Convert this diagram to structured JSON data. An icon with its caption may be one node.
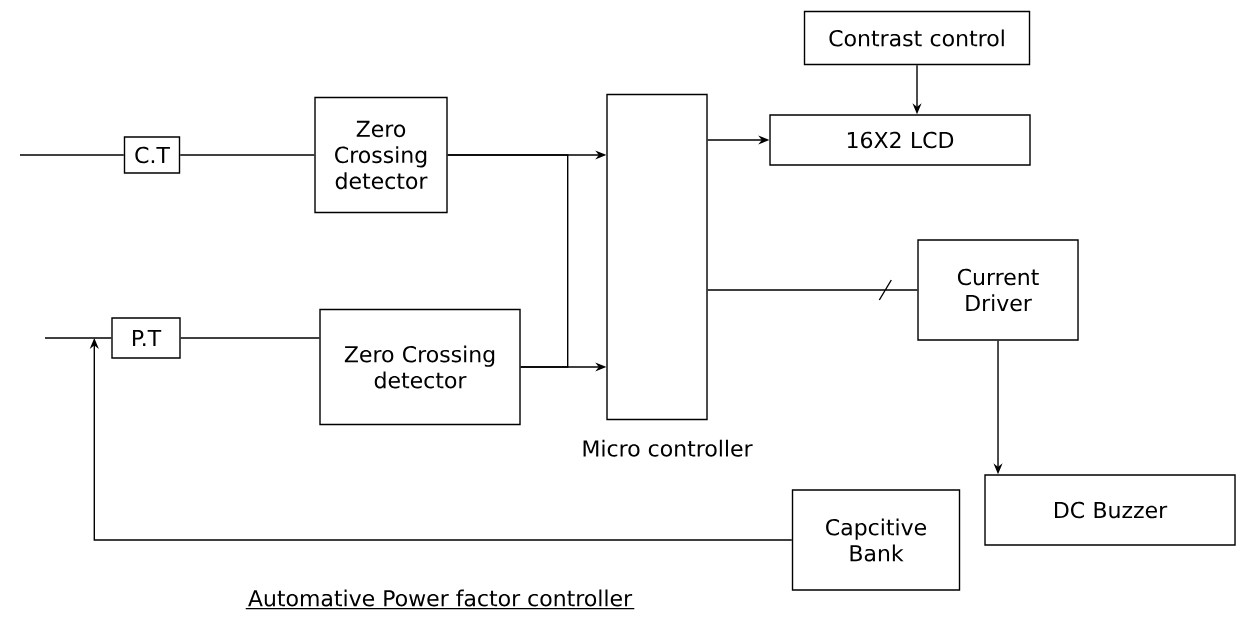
{
  "diagram": {
    "caption": "Automative Power factor controller",
    "nodes": [
      {
        "text": [
          "Contrast control"
        ]
      },
      {
        "text": [
          "C.T"
        ]
      },
      {
        "text": [
          "Zero Crossing detector"
        ]
      },
      {
        "text": [],
        "shape": "box",
        "beside": [
          "Micro controller"
        ]
      },
      {
        "text": [
          "16X2 LCD"
        ]
      },
      {
        "text": [
          "P.T"
        ]
      },
      {
        "text": [
          "Zero Crossing detector"
        ]
      },
      {
        "text": [
          "Current Driver"
        ]
      },
      {
        "text": [
          "DC Buzzer"
        ]
      },
      {
        "text": [
          "Capcitive Bank"
        ]
      }
    ],
    "edges": [
      {
        "from": null,
        "to": 1,
        "arrow": "none"
      },
      {
        "from": 1,
        "to": 2,
        "arrow": "none"
      },
      {
        "from": 2,
        "to": 3,
        "arrow": "to"
      },
      {
        "from": 2,
        "to": 6,
        "arrow": "none"
      },
      {
        "from": 6,
        "to": 3,
        "arrow": "to"
      },
      {
        "from": null,
        "to": 5,
        "arrow": "none"
      },
      {
        "from": 9,
        "to": 5,
        "arrow": "to"
      },
      {
        "from": 5,
        "to": 6,
        "arrow": "none"
      },
      {
        "from": 3,
        "to": 4,
        "arrow": "to"
      },
      {
        "from": 0,
        "to": 4,
        "arrow": "to"
      },
      {
        "from": 3,
        "to": 7,
        "arrow": "none"
      },
      {
        "from": 7,
        "to": 8,
        "arrow": "to"
      }
    ]
  }
}
